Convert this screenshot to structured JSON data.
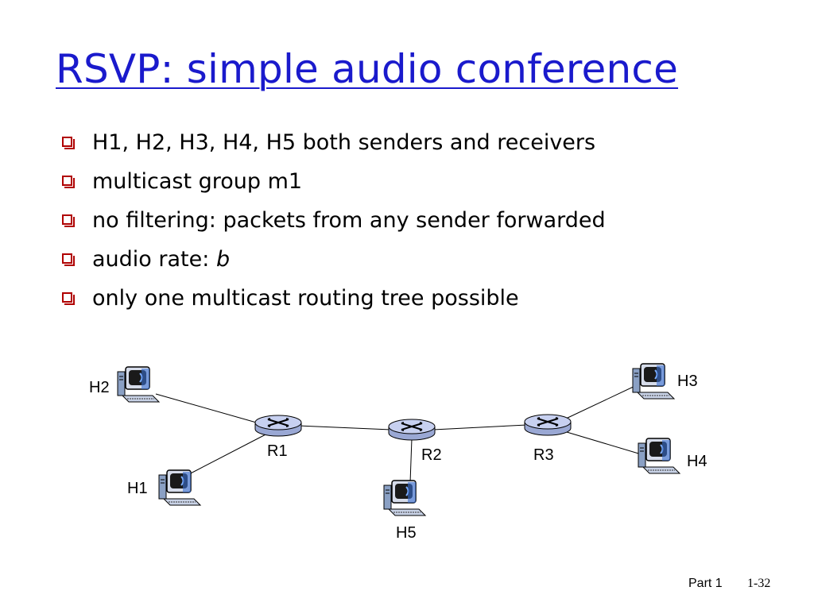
{
  "title": "RSVP: simple audio conference",
  "bullets": [
    "H1, H2, H3, H4, H5 both senders and receivers",
    "multicast group m1",
    "no filtering: packets from any sender forwarded",
    "only one multicast routing tree possible"
  ],
  "audio_rate": {
    "label": "audio rate: ",
    "value": "b"
  },
  "diagram": {
    "hosts": [
      "H1",
      "H2",
      "H3",
      "H4",
      "H5"
    ],
    "routers": [
      "R1",
      "R2",
      "R3"
    ]
  },
  "footer": {
    "part": "Part 1",
    "page": "1-32"
  },
  "colors": {
    "title": "#1a1acc",
    "bullet": "#b00000",
    "router": "#b8c4e8"
  },
  "icons": {
    "host": "computer-icon",
    "router": "router-icon"
  }
}
